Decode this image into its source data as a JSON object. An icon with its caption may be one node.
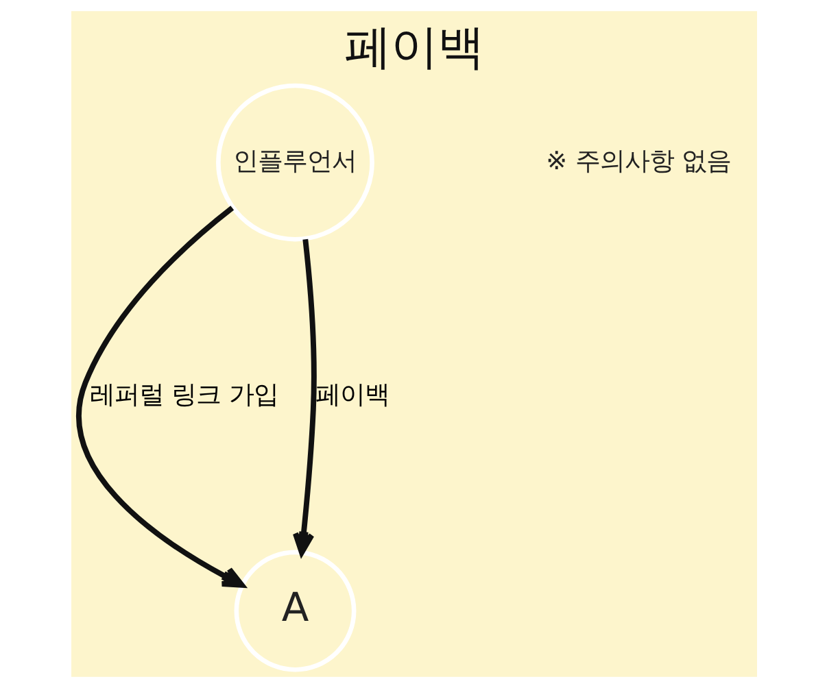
{
  "diagram": {
    "title": "페이백",
    "nodes": [
      {
        "text": [
          "인플루언서"
        ]
      },
      {
        "text": [
          "A"
        ]
      }
    ],
    "edges": [
      {
        "from": 0,
        "to": 1,
        "arrow": "to",
        "label": "레퍼럴 링크 가입"
      },
      {
        "from": 0,
        "to": 1,
        "arrow": "to",
        "label": "페이백"
      }
    ],
    "labels": [
      "※ 주의사항 없음"
    ]
  }
}
